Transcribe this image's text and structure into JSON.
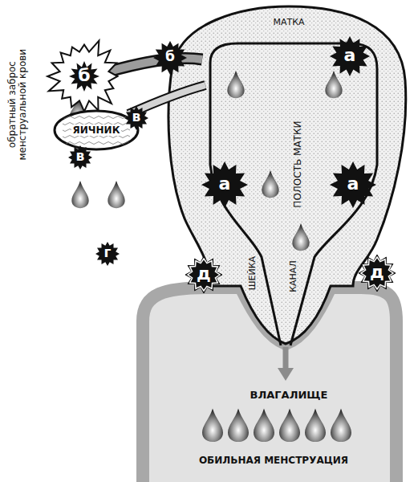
{
  "diagram": {
    "nodes": [
      {
        "text": [
          "б"
        ]
      },
      {
        "text": [
          "б"
        ]
      },
      {
        "text": [
          "а"
        ]
      },
      {
        "text": [
          "ЯИЧНИК"
        ]
      },
      {
        "text": [
          "в"
        ]
      },
      {
        "text": [
          "в"
        ]
      },
      {
        "text": [
          "а"
        ]
      },
      {
        "text": [
          "а"
        ]
      },
      {
        "text": [
          "г"
        ]
      },
      {
        "text": [
          "д"
        ]
      },
      {
        "text": [
          "д"
        ]
      }
    ],
    "labels": [
      "обратный заброс менструальной крови",
      "МАТКА",
      "ПОЛОСТЬ МАТКИ",
      "ШЕЙКА",
      "КАНАЛ",
      "ВЛАГАЛИЩЕ",
      "ОБИЛЬНАЯ МЕНСТРУАЦИЯ"
    ]
  }
}
